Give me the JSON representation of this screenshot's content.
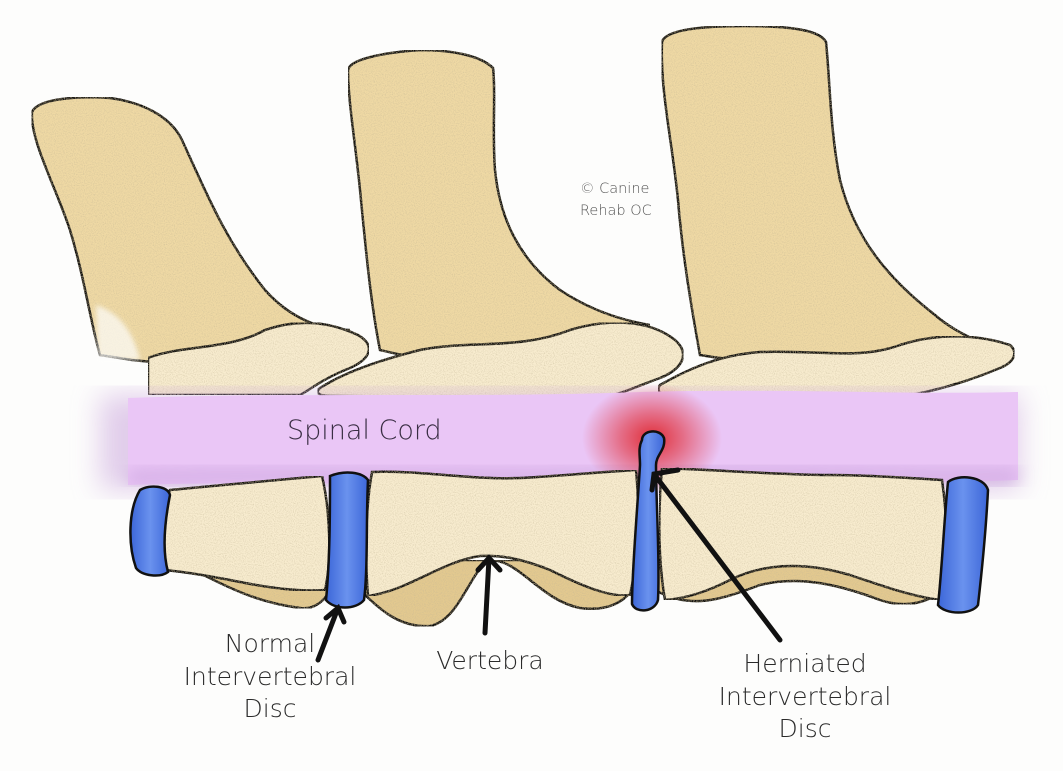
{
  "title": "Canine Intervertebral Disc Herniation",
  "copyright": {
    "line1": "© Canine",
    "line2": "Rehab OC"
  },
  "labels": {
    "spinal_cord": "Spinal Cord",
    "normal_disc": [
      "Normal",
      "Intervertebral",
      "Disc"
    ],
    "vertebra": "Vertebra",
    "herniated_disc": [
      "Herniated",
      "Intervertebral",
      "Disc"
    ]
  },
  "colors": {
    "bone": "#efd9a4",
    "bone_light": "#f8eccf",
    "bone_shadow": "#c8b27a",
    "spinal_cord": "#e9c2f4",
    "spinal_cord_edge": "#c9a4dc",
    "disc": "#5b84e6",
    "disc_edge": "#1e3fb0",
    "inflammation": "#e0262e",
    "outline": "#111111",
    "background": "#fdfdfc"
  }
}
